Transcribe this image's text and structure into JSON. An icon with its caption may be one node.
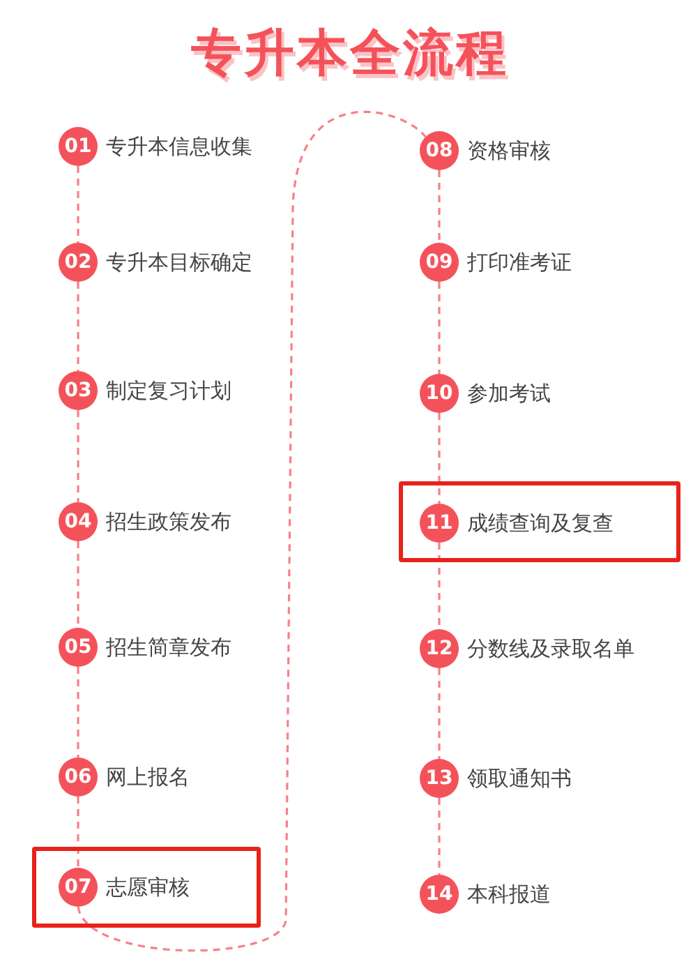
{
  "diagram": {
    "title": "专升本全流程",
    "nodes": [
      {
        "text": [
          "01",
          "专升本信息收集"
        ]
      },
      {
        "text": [
          "02",
          "专升本目标确定"
        ]
      },
      {
        "text": [
          "03",
          "制定复习计划"
        ]
      },
      {
        "text": [
          "04",
          "招生政策发布"
        ]
      },
      {
        "text": [
          "05",
          "招生简章发布"
        ]
      },
      {
        "text": [
          "06",
          "网上报名"
        ]
      },
      {
        "text": [
          "07",
          "志愿审核"
        ]
      },
      {
        "text": [
          "08",
          "资格审核"
        ]
      },
      {
        "text": [
          "09",
          "打印准考证"
        ]
      },
      {
        "text": [
          "10",
          "参加考试"
        ]
      },
      {
        "text": [
          "11",
          "成绩查询及复查"
        ]
      },
      {
        "text": [
          "12",
          "分数线及录取名单"
        ]
      },
      {
        "text": [
          "13",
          "领取通知书"
        ]
      },
      {
        "text": [
          "14",
          "本科报道"
        ]
      }
    ],
    "edges": [
      {
        "from": 0,
        "to": 1,
        "arrow": "none",
        "style": "dashed"
      },
      {
        "from": 1,
        "to": 2,
        "arrow": "none",
        "style": "dashed"
      },
      {
        "from": 2,
        "to": 3,
        "arrow": "none",
        "style": "dashed"
      },
      {
        "from": 3,
        "to": 4,
        "arrow": "none",
        "style": "dashed"
      },
      {
        "from": 4,
        "to": 5,
        "arrow": "none",
        "style": "dashed"
      },
      {
        "from": 5,
        "to": 6,
        "arrow": "none",
        "style": "dashed"
      },
      {
        "from": 6,
        "to": 7,
        "arrow": "none",
        "style": "dashed"
      },
      {
        "from": 7,
        "to": 8,
        "arrow": "none",
        "style": "dashed"
      },
      {
        "from": 8,
        "to": 9,
        "arrow": "none",
        "style": "dashed"
      },
      {
        "from": 9,
        "to": 10,
        "arrow": "none",
        "style": "dashed"
      },
      {
        "from": 10,
        "to": 11,
        "arrow": "none",
        "style": "dashed"
      },
      {
        "from": 11,
        "to": 12,
        "arrow": "none",
        "style": "dashed"
      },
      {
        "from": 12,
        "to": 13,
        "arrow": "none",
        "style": "dashed"
      }
    ]
  }
}
